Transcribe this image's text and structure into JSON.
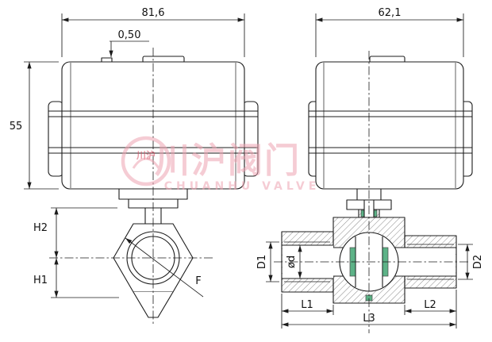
{
  "front": {
    "dim_width": "81,6",
    "dim_step": "0,50",
    "dim_height": "55",
    "dim_h2": "H2",
    "dim_h1": "H1",
    "dim_f": "F"
  },
  "side": {
    "dim_width": "62,1",
    "dim_d1": "D1",
    "dim_bore": "ød",
    "dim_d2": "D2",
    "dim_l1": "L1",
    "dim_l2": "L2",
    "dim_l3": "L3"
  },
  "watermark": {
    "logo_cn": "川沪",
    "brand_cn": "川沪阀门",
    "brand_en": "CHUANHU VALVE"
  },
  "colors": {
    "line": "#1c1c1c",
    "watermark": "#eea4b2",
    "logo_red": "#d8495f",
    "seal": "#35a06a"
  }
}
